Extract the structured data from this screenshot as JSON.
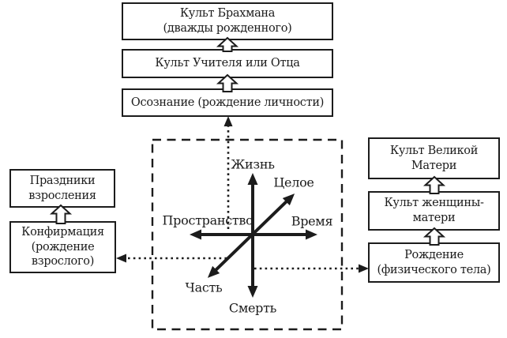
{
  "colors": {
    "ink": "#1c1c1c",
    "background": "#ffffff"
  },
  "top_column": {
    "boxes": [
      {
        "label": "Культ Брахмана\n(дважды рожденного)"
      },
      {
        "label": "Культ Учителя или Отца"
      },
      {
        "label": "Осознание (рождение личности)"
      }
    ]
  },
  "left_column": {
    "boxes": [
      {
        "label": "Праздники\nвзросления"
      },
      {
        "label": "Конфирмация\n(рождение\nвзрослого)"
      }
    ]
  },
  "right_column": {
    "boxes": [
      {
        "label": "Культ Великой\nМатери"
      },
      {
        "label": "Культ женщины-\nматери"
      },
      {
        "label": "Рождение\n(физического тела)"
      }
    ]
  },
  "axes": {
    "up": "Жизнь",
    "down": "Смерть",
    "left": "Пространство",
    "right": "Время",
    "diagonal_up": "Целое",
    "diagonal_down": "Часть"
  }
}
